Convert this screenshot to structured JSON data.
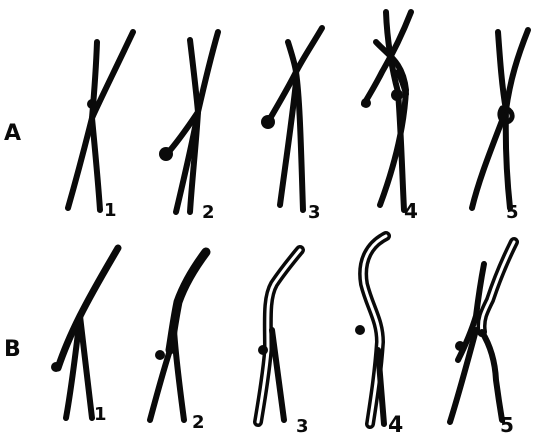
{
  "rows": [
    {
      "label": "A",
      "panels": [
        "1",
        "2",
        "3",
        "4",
        "5"
      ]
    },
    {
      "label": "B",
      "panels": [
        "1",
        "2",
        "3",
        "4",
        "5"
      ]
    }
  ],
  "colors": {
    "ink": "#0a0a0a",
    "paper": "#ffffff"
  }
}
